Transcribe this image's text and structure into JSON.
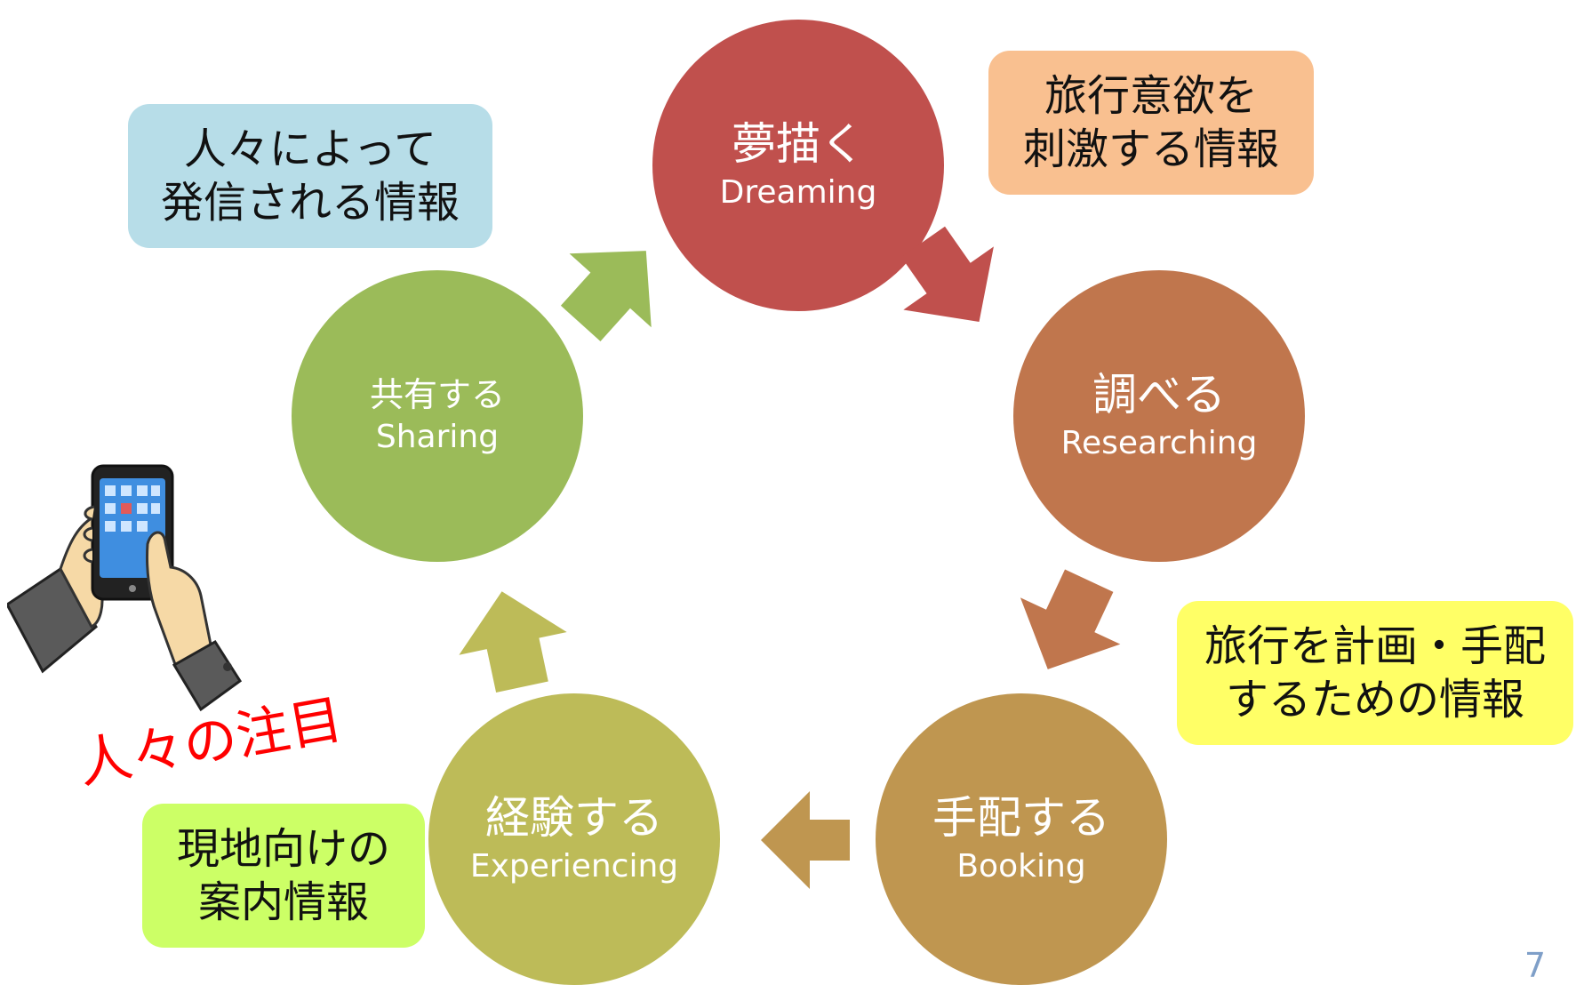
{
  "cycle": {
    "dreaming": {
      "jp": "夢描く",
      "en": "Dreaming",
      "color": "#c0504d"
    },
    "researching": {
      "jp": "調べる",
      "en": "Researching",
      "color": "#c0764d"
    },
    "booking": {
      "jp": "手配する",
      "en": "Booking",
      "color": "#bf9650"
    },
    "experiencing": {
      "jp": "経験する",
      "en": "Experiencing",
      "color": "#bdbb58"
    },
    "sharing": {
      "jp": "共有する",
      "en": "Sharing",
      "color": "#9bbb59"
    }
  },
  "notes": {
    "people_info": [
      "人々によって",
      "発信される情報"
    ],
    "inspire_info": [
      "旅行意欲を",
      "刺激する情報"
    ],
    "plan_info": [
      "旅行を計画・手配",
      "するための情報"
    ],
    "local_info": [
      "現地向けの",
      "案内情報"
    ]
  },
  "note_colors": {
    "people_info": "#b7dde8",
    "inspire_info": "#f9c090",
    "plan_info": "#ffff66",
    "local_info": "#ccff66"
  },
  "attention_label": "人々の注目",
  "page_number": "7",
  "icons": [
    "smartphone-in-hands-icon",
    "arrow-icon"
  ]
}
